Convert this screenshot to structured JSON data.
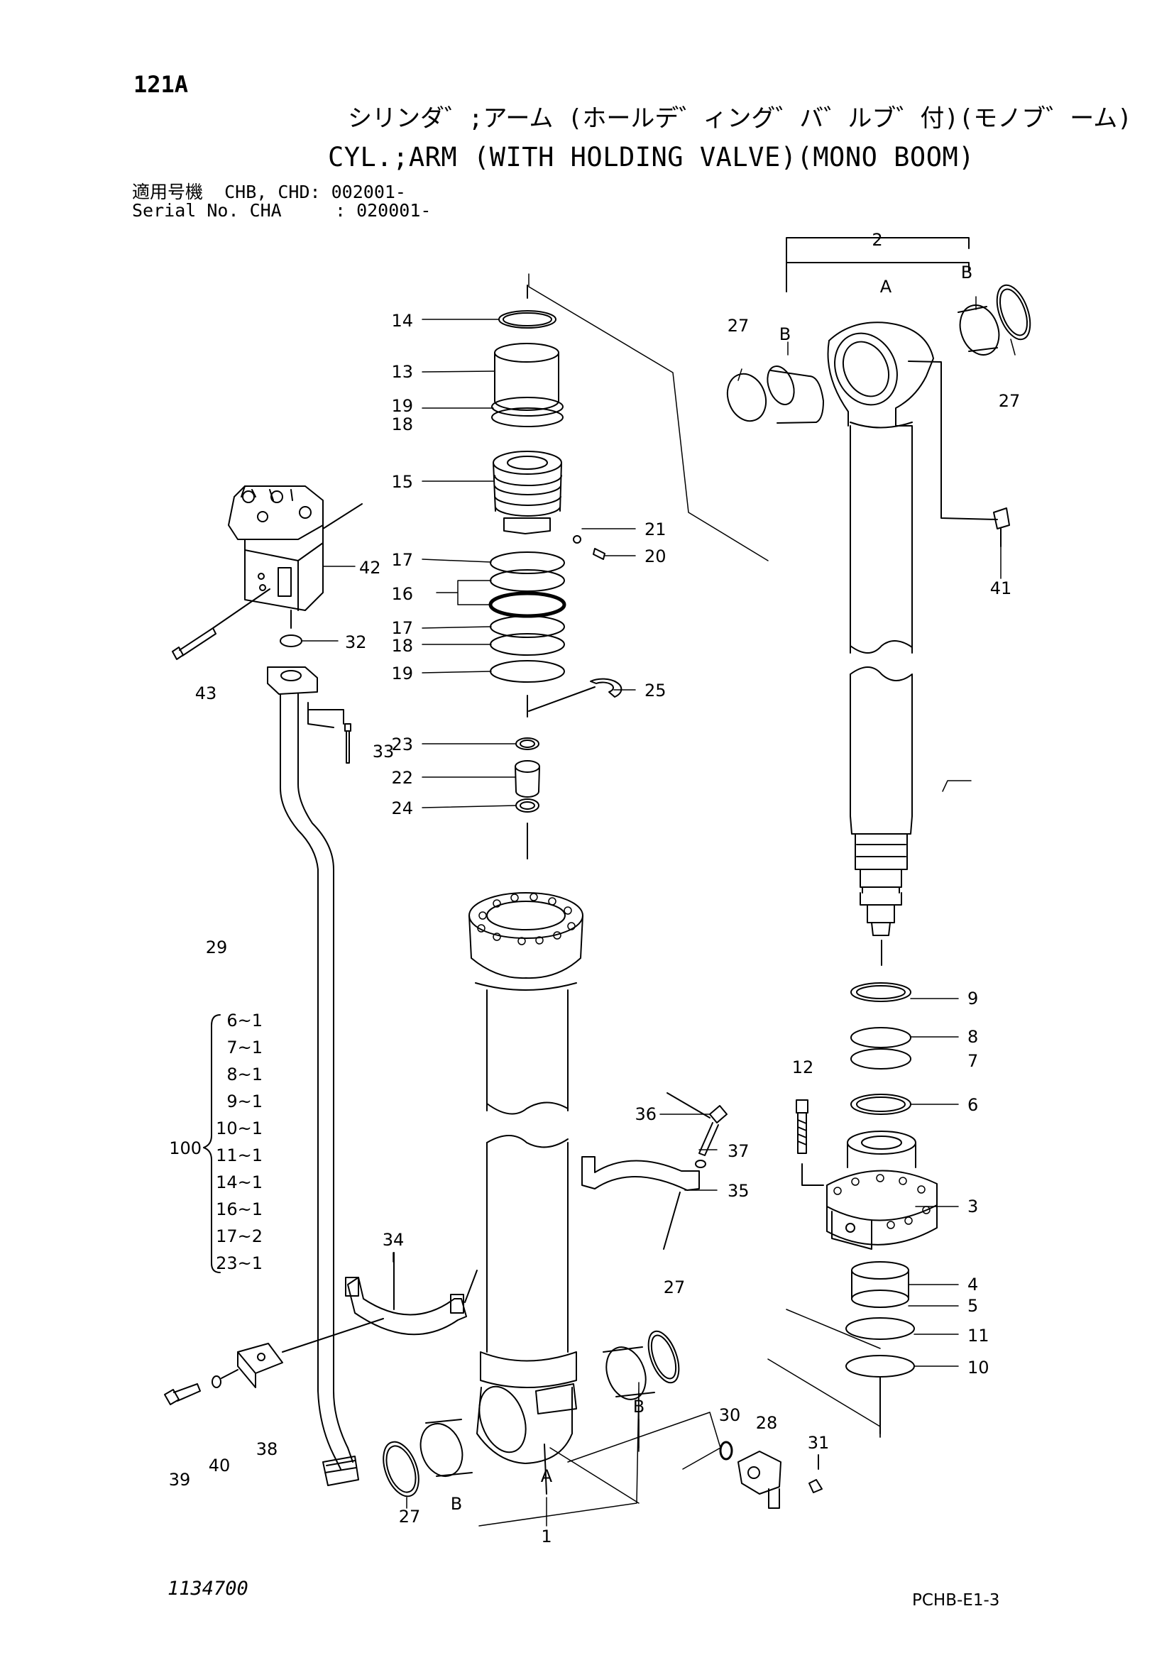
{
  "header": {
    "page_code": "121A",
    "title_jp": "シリンダ゛;アーム (ホールデ゛ィング゛バ゛ルブ゛付)(モノブ゛ーム)",
    "title_en": "CYL.;ARM (WITH HOLDING VALVE)(MONO BOOM)",
    "serial_line_1": "適用号機  CHB, CHD: 002001-",
    "serial_line_2": "Serial No. CHA     : 020001-"
  },
  "callouts": {
    "p1": "1",
    "p2": "2",
    "p3": "3",
    "p4": "4",
    "p5": "5",
    "p6": "6",
    "p7": "7",
    "p8": "8",
    "p9": "9",
    "p10": "10",
    "p11": "11",
    "p12": "12",
    "p13": "13",
    "p14": "14",
    "p15": "15",
    "p16": "16",
    "p17a": "17",
    "p17b": "17",
    "p18a": "18",
    "p18b": "18",
    "p19a": "19",
    "p19b": "19",
    "p20": "20",
    "p21": "21",
    "p22": "22",
    "p23": "23",
    "p24": "24",
    "p25": "25",
    "p27a": "27",
    "p27b": "27",
    "p27c": "27",
    "p27d": "27",
    "p28": "28",
    "p29": "29",
    "p30": "30",
    "p31": "31",
    "p32": "32",
    "p33": "33",
    "p34": "34",
    "p35": "35",
    "p36": "36",
    "p37": "37",
    "p38": "38",
    "p39": "39",
    "p40": "40",
    "p41": "41",
    "p42": "42",
    "p43": "43",
    "p100": "100"
  },
  "refs": {
    "a_top": "A",
    "b_top1": "B",
    "b_top2": "B",
    "a_bottom": "A",
    "b_bottom1": "B",
    "b_bottom2": "B"
  },
  "kit_100": [
    "6~1",
    "7~1",
    "8~1",
    "9~1",
    "10~1",
    "11~1",
    "14~1",
    "16~1",
    "17~2",
    "23~1"
  ],
  "footer": {
    "drawing_no": "1134700",
    "page_ref": "PCHB-E1-3"
  }
}
